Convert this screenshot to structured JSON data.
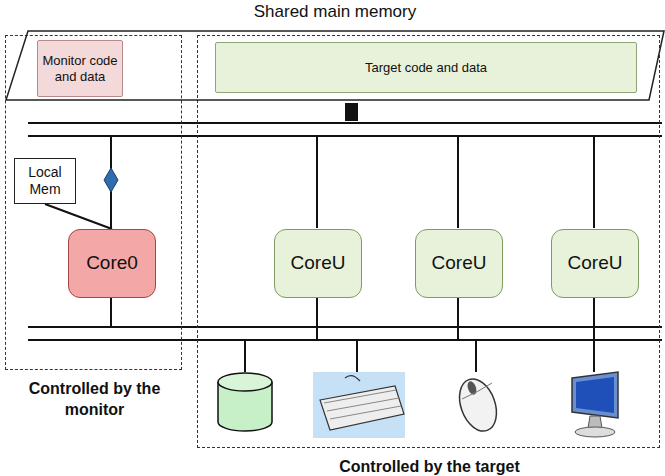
{
  "diagram": {
    "nodes": [
      {
        "text": [
          "Controlled by the monitor"
        ]
      },
      {
        "text": [
          "Controlled by the target"
        ]
      },
      {
        "text": [
          "Shared main memory"
        ]
      },
      {
        "text": [
          "Monitor code and data"
        ],
        "in": 2
      },
      {
        "text": [
          "Target code and data"
        ],
        "in": 2
      },
      {
        "text": [
          "Local Mem"
        ],
        "in": 0
      },
      {
        "text": [
          "Core0"
        ],
        "in": 0
      },
      {
        "text": [
          "CoreU"
        ],
        "in": 1
      },
      {
        "text": [
          "CoreU"
        ],
        "in": 1
      },
      {
        "text": [
          "CoreU"
        ],
        "in": 1
      }
    ],
    "edges": [
      {
        "from": 5,
        "to": 6,
        "arrow": "none"
      }
    ]
  }
}
